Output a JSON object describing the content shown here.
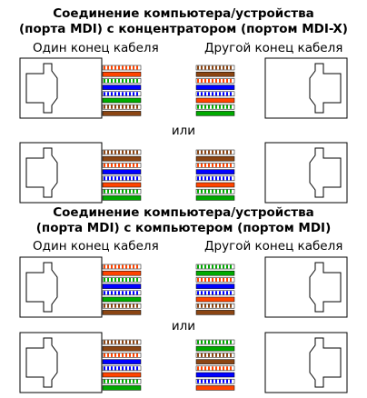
{
  "sections": [
    {
      "title_line1": "Соединение компьютера/устройства",
      "title_line2": "(порта MDI) с концентратором (портом MDI-X)",
      "left_label": "Один конец кабеля",
      "right_label": "Другой конец кабеля",
      "or_label": "или",
      "rows": [
        {
          "left_wires": [
            "wo",
            "o",
            "wg",
            "b",
            "wb",
            "g",
            "wbr",
            "br"
          ],
          "right_wires": [
            "wbr",
            "br",
            "wo",
            "b",
            "wb",
            "o",
            "wg",
            "g"
          ]
        },
        {
          "left_wires": [
            "wbr",
            "br",
            "wo",
            "b",
            "wb",
            "o",
            "wg",
            "g"
          ],
          "right_wires": [
            "wbr",
            "br",
            "wo",
            "b",
            "wb",
            "o",
            "wg",
            "g"
          ]
        }
      ]
    },
    {
      "title_line1": "Соединение компьютера/устройства",
      "title_line2": "(порта MDI) с компьютером (портом MDI)",
      "left_label": "Один конец кабеля",
      "right_label": "Другой конец кабеля",
      "or_label": "или",
      "rows": [
        {
          "left_wires": [
            "wo",
            "o",
            "wg",
            "b",
            "wb",
            "g",
            "wbr",
            "br"
          ],
          "right_wires": [
            "wg",
            "g",
            "wo",
            "b",
            "wb",
            "o",
            "wbr",
            "br"
          ]
        },
        {
          "left_wires": [
            "wbr",
            "br",
            "wo",
            "b",
            "wb",
            "o",
            "wg",
            "g"
          ],
          "right_wires": [
            "wg",
            "g",
            "wbr",
            "br",
            "wo",
            "b",
            "wb",
            "o"
          ]
        }
      ]
    }
  ],
  "colors": {
    "orange": "#ff4400",
    "green": "#00aa00",
    "blue": "#0000ff",
    "brown": "#8b4513",
    "white": "#ffffff",
    "outline": "#000000"
  }
}
